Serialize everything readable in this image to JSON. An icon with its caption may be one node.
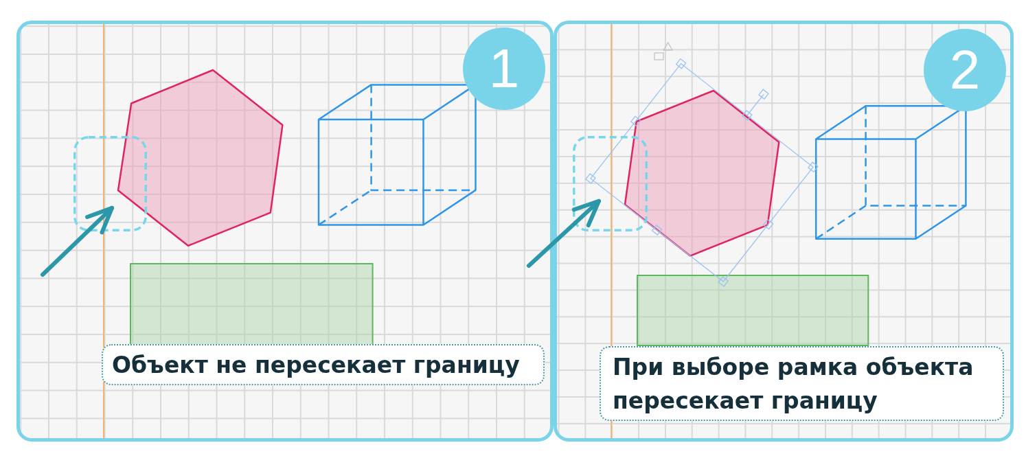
{
  "diagram": {
    "nodes": [
      {
        "text": [],
        "shape": "box"
      },
      {
        "text": [
          "1"
        ],
        "in": 0
      },
      {
        "text": [],
        "shape": "hexagon",
        "in": 0
      },
      {
        "text": [],
        "shape": "box",
        "in": 0
      },
      {
        "text": [],
        "shape": "box",
        "in": 0
      },
      {
        "text": [
          "Объект не пересекает границу"
        ],
        "in": 0
      },
      {
        "text": [],
        "shape": "box"
      },
      {
        "text": [
          "2"
        ],
        "in": 6
      },
      {
        "text": [],
        "shape": "hexagon",
        "in": 6
      },
      {
        "text": [],
        "shape": "box",
        "in": 6
      },
      {
        "text": [],
        "shape": "box",
        "in": 6
      },
      {
        "text": [
          "При выборе рамка объекта пересекает границу"
        ],
        "in": 6
      }
    ],
    "edges": [
      {
        "from": null,
        "to": 3,
        "arrow": "to"
      },
      {
        "from": null,
        "to": 9,
        "arrow": "to"
      }
    ]
  }
}
